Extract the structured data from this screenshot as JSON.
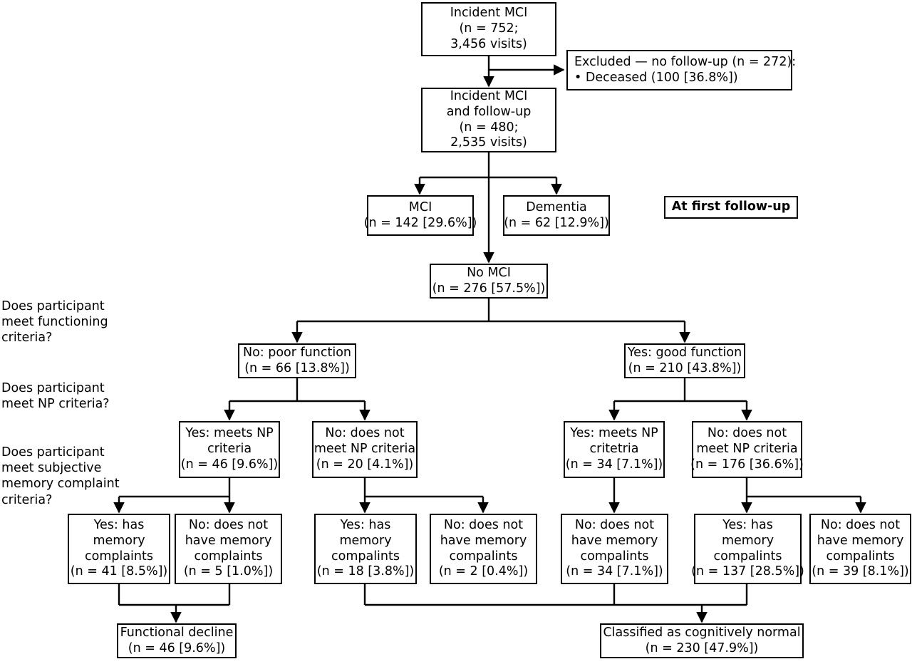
{
  "figure": {
    "type": "flowchart",
    "title": "Participant classification flow for incident MCI cohort",
    "stroke_color": "#000000",
    "background_color": "#ffffff"
  },
  "side_questions": [
    {
      "id": "q-functioning",
      "lines": [
        "Does participant",
        "meet functioning",
        "criteria?"
      ]
    },
    {
      "id": "q-np",
      "lines": [
        "Does participant",
        "meet NP criteria?"
      ]
    },
    {
      "id": "q-subjective",
      "lines": [
        "Does participant",
        "meet subjective",
        "memory complaint",
        "criteria?"
      ]
    }
  ],
  "annotations": [
    {
      "id": "at-first-follow-up",
      "label": "At first follow-up"
    }
  ],
  "nodes": [
    {
      "id": "incident-mci",
      "lines": [
        "Incident MCI",
        "(n = 752;",
        "3,456 visits)"
      ],
      "n": 752,
      "visits": 3456
    },
    {
      "id": "excluded-no-follow-up",
      "lines": [
        "Excluded — no follow-up (n = 272):",
        "• Deceased (100 [36.8%])"
      ],
      "n": 272,
      "deceased_n": 100,
      "deceased_pct": 36.8
    },
    {
      "id": "incident-mci-and-follow-up",
      "lines": [
        "Incident MCI",
        "and follow-up",
        "(n = 480;",
        "2,535 visits)"
      ],
      "n": 480,
      "visits": 2535
    },
    {
      "id": "mci",
      "lines": [
        "MCI",
        "(n = 142 [29.6%])"
      ],
      "n": 142,
      "pct": 29.6
    },
    {
      "id": "dementia",
      "lines": [
        "Dementia",
        "(n = 62 [12.9%])"
      ],
      "n": 62,
      "pct": 12.9
    },
    {
      "id": "no-mci",
      "lines": [
        "No MCI",
        "(n = 276 [57.5%])"
      ],
      "n": 276,
      "pct": 57.5
    },
    {
      "id": "poor-function",
      "lines": [
        "No: poor function",
        "(n = 66 [13.8%])"
      ],
      "n": 66,
      "pct": 13.8
    },
    {
      "id": "good-function",
      "lines": [
        "Yes: good function",
        "(n = 210 [43.8%])"
      ],
      "n": 210,
      "pct": 43.8
    },
    {
      "id": "poor-meets-np",
      "lines": [
        "Yes: meets NP",
        "criteria",
        "(n = 46 [9.6%])"
      ],
      "n": 46,
      "pct": 9.6
    },
    {
      "id": "poor-not-np",
      "lines": [
        "No: does not",
        "meet NP criteria",
        "(n = 20 [4.1%])"
      ],
      "n": 20,
      "pct": 4.1
    },
    {
      "id": "good-meets-np",
      "lines": [
        "Yes: meets NP",
        "critetria",
        "(n = 34 [7.1%])"
      ],
      "n": 34,
      "pct": 7.1
    },
    {
      "id": "good-not-np",
      "lines": [
        "No: does not",
        "meet NP criteria",
        "(n = 176 [36.6%])"
      ],
      "n": 176,
      "pct": 36.6
    },
    {
      "id": "smc-1",
      "lines": [
        "Yes: has",
        "memory",
        "complaints",
        "(n = 41 [8.5%])"
      ],
      "n": 41,
      "pct": 8.5
    },
    {
      "id": "smc-2",
      "lines": [
        "No: does not",
        "have memory",
        "complaints",
        "(n = 5 [1.0%])"
      ],
      "n": 5,
      "pct": 1.0
    },
    {
      "id": "smc-3",
      "lines": [
        "Yes: has",
        "memory",
        "compalints",
        "(n = 18 [3.8%])"
      ],
      "n": 18,
      "pct": 3.8
    },
    {
      "id": "smc-4",
      "lines": [
        "No: does not",
        "have memory",
        "compalints",
        "(n = 2 [0.4%])"
      ],
      "n": 2,
      "pct": 0.4
    },
    {
      "id": "smc-5",
      "lines": [
        "No: does not",
        "have memory",
        "compalints",
        "(n = 34 [7.1%])"
      ],
      "n": 34,
      "pct": 7.1
    },
    {
      "id": "smc-6",
      "lines": [
        "Yes: has",
        "memory",
        "compalints",
        "(n = 137 [28.5%])"
      ],
      "n": 137,
      "pct": 28.5
    },
    {
      "id": "smc-7",
      "lines": [
        "No: does not",
        "have memory",
        "compalints",
        "(n = 39 [8.1%])"
      ],
      "n": 39,
      "pct": 8.1
    },
    {
      "id": "functional-decline",
      "lines": [
        "Functional decline",
        "(n = 46 [9.6%])"
      ],
      "n": 46,
      "pct": 9.6
    },
    {
      "id": "cognitively-normal",
      "lines": [
        "Classified as cognitively normal",
        "(n = 230 [47.9%])"
      ],
      "n": 230,
      "pct": 47.9
    }
  ]
}
